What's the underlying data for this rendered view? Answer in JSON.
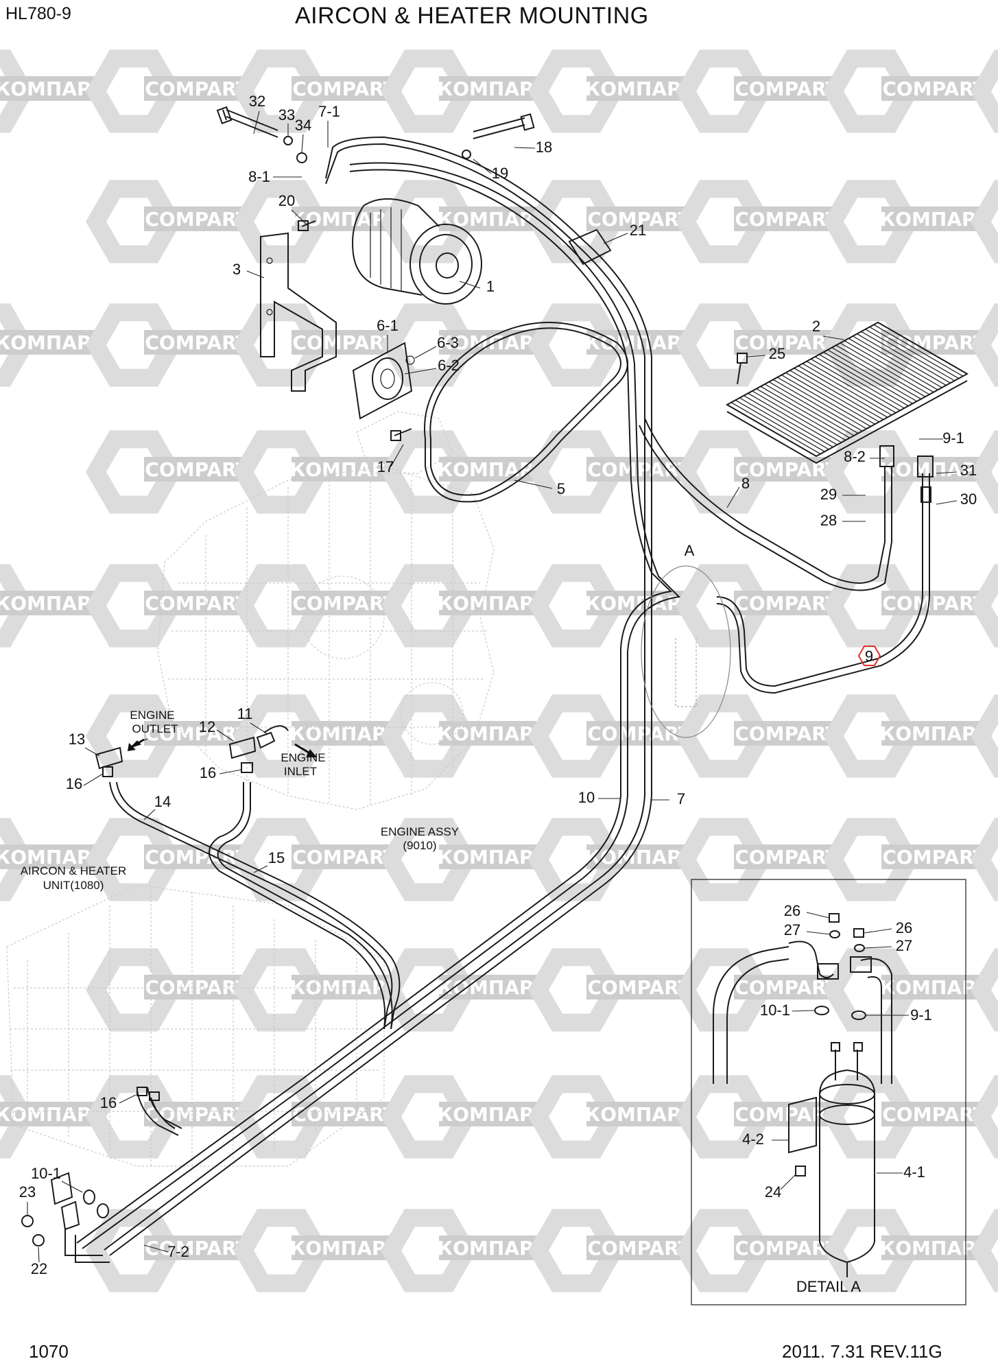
{
  "header": {
    "model": "HL780-9",
    "title": "AIRCON & HEATER MOUNTING"
  },
  "footer": {
    "page_number": "1070",
    "revision": "2011. 7.31 REV.11G"
  },
  "watermark": {
    "latin": "COMPART",
    "cyrillic": "КОМПАРТ"
  },
  "notes": {
    "engine_outlet": [
      "ENGINE",
      "OUTLET"
    ],
    "engine_inlet": [
      "ENGINE",
      "INLET"
    ],
    "engine_assy": [
      "ENGINE ASSY",
      "(9010)"
    ],
    "aircon_unit": [
      "AIRCON & HEATER",
      "UNIT(1080)"
    ],
    "detail_marker": "A",
    "detail_caption": "DETAIL A"
  },
  "callouts": {
    "c32": "32",
    "c33": "33",
    "c34": "34",
    "c7_1": "7-1",
    "c18": "18",
    "c19": "19",
    "c8_1": "8-1",
    "c20": "20",
    "c21": "21",
    "c3": "3",
    "c1": "1",
    "c6_1": "6-1",
    "c6_3": "6-3",
    "c6_2": "6-2",
    "c17": "17",
    "c5": "5",
    "c2": "2",
    "c25": "25",
    "c9_1": "9-1",
    "c8_2": "8-2",
    "c31": "31",
    "c8": "8",
    "c29": "29",
    "c30": "30",
    "c28": "28",
    "c9": "9",
    "c11": "11",
    "c12": "12",
    "c13": "13",
    "c16a": "16",
    "c16b": "16",
    "c14": "14",
    "c15": "15",
    "c10": "10",
    "c7": "7",
    "c16c": "16",
    "c10_1a": "10-1",
    "c23": "23",
    "c22": "22",
    "c7_2": "7-2",
    "d26a": "26",
    "d27a": "27",
    "d26b": "26",
    "d27b": "27",
    "d10_1": "10-1",
    "d9_1": "9-1",
    "d4_2": "4-2",
    "d24": "24",
    "d4_1": "4-1"
  },
  "colors": {
    "line": "#1a1a1a",
    "highlight": "#e0302a",
    "watermark_plate": "#cdcdcd",
    "ghost_part": "#c9c9c9"
  }
}
